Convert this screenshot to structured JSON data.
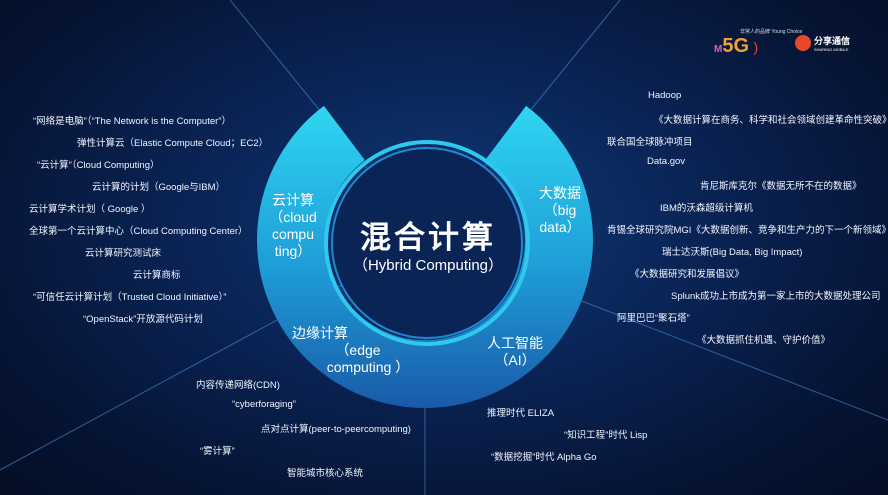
{
  "center": {
    "title": "混合计算",
    "subtitle": "（Hybrid Computing）"
  },
  "segments": {
    "cloud": [
      "云计算",
      "（cloud",
      "compu",
      "ting）"
    ],
    "bigdata": [
      "大数据",
      "（big",
      "data）"
    ],
    "edge": [
      "边缘计算",
      "（edge",
      "computing ）"
    ],
    "ai": [
      "人工智能",
      "（AI）"
    ]
  },
  "cloud_items": [
    "“网络是电脑”（“The Network is the Computer”）",
    "弹性计算云（Elastic Compute Cloud；EC2）",
    "“云计算”（Cloud Computing）",
    "云计算的计划（Google与IBM）",
    "云计算学术计划（ Google ）",
    "全球第一个云计算中心（Cloud Computing Center）",
    "云计算研究测试床",
    "云计算商标",
    "“可信任云计算计划（Trusted Cloud Initiative）”",
    "“OpenStack”开放源代码计划"
  ],
  "bigdata_items": [
    "Hadoop",
    "《大数据计算在商务、科学和社会领域创建革命性突破》",
    "联合国全球脉冲项目",
    "Data.gov",
    "肯尼斯库克尔《数据无所不在的数据》",
    "IBM的沃森超级计算机",
    "肯锡全球研究院MGI《大数据创新、竞争和生产力的下一个新领域》",
    "瑞士达沃斯(Big Data, Big Impact)",
    "《大数据研究和发展倡议》",
    "Splunk成功上市成为第一家上市的大数据处理公司",
    "阿里巴巴“聚石塔”",
    "《大数据抓住机遇、守护价值》"
  ],
  "edge_items": [
    "内容传递网络(CDN)",
    "“cyberforaging”",
    "点对点计算(peer-to-peercomputing)",
    "“雾计算”",
    "智能城市核心系统"
  ],
  "ai_items": [
    "推理时代 ELIZA",
    "“知识工程”时代 Lisp",
    "“数据挖掘”时代 Alpha Go"
  ],
  "logos": {
    "event": "5G",
    "event_tagline": "非常人的品牌 Young Choice",
    "brand": "分享通信",
    "brand_en": "SHARING MOBILE"
  },
  "colors": {
    "ring_light": "#2fd3f0",
    "ring_dark": "#1a62b0",
    "background": "#0a2456"
  }
}
